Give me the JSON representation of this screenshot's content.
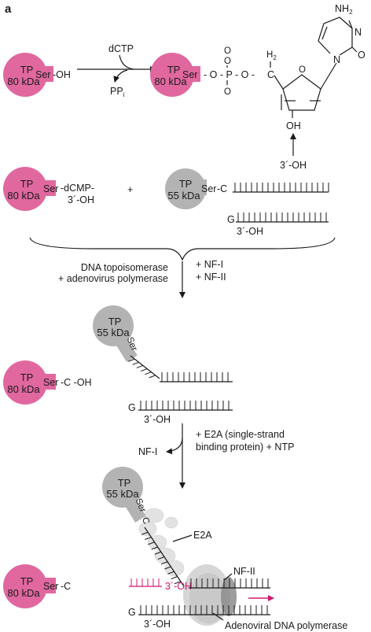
{
  "panel_label": "a",
  "colors": {
    "tp80": "#e0689f",
    "tp55": "#b3b3b3",
    "accent": "#d1196f",
    "e2a": "#d9d9d9",
    "polymerase": "#cfcfcf",
    "nf2": "#8c8c8c"
  },
  "tp": {
    "line1": "TP",
    "kda80": "80 kDa",
    "kda55": "55 kDa"
  },
  "ser": "Ser",
  "step1": {
    "ser_oh": "-OH",
    "reagent": "dCTP",
    "product": "PP",
    "product_sub": "i"
  },
  "nucleotide": {
    "nh2": "NH",
    "nh2_sub": "2",
    "n_atom": "N",
    "o_atom": "O",
    "p_atom": "P",
    "c_atom": "C",
    "h2": "H",
    "h2_sub": "2",
    "linker": "- O - P - O -",
    "oh": "OH",
    "attack": "3´-OH"
  },
  "step2": {
    "dcmp": "-dCMP-",
    "dcmp_oh": "3´-OH",
    "plus": "+",
    "ser_c": "-C",
    "g": "G",
    "oh": "3´-OH"
  },
  "step3": {
    "left1": "DNA topoisomerase",
    "left2": "+ adenovirus polymerase",
    "right1": "+ NF-I",
    "right2": "+ NF-II"
  },
  "step4": {
    "c_oh": "-C -OH",
    "g": "G",
    "oh": "3´-OH"
  },
  "step5": {
    "right1": "+ E2A (single-strand",
    "right2": "binding protein) + NTP",
    "nf1": "NF-I"
  },
  "step6": {
    "c": "C",
    "e2a": "E2A",
    "nf2": "NF-II",
    "ser_c": "-C",
    "oh": "3´-OH",
    "g": "G",
    "bottom_oh": "3´-OH",
    "polymerase": "Adenoviral DNA polymerase"
  }
}
